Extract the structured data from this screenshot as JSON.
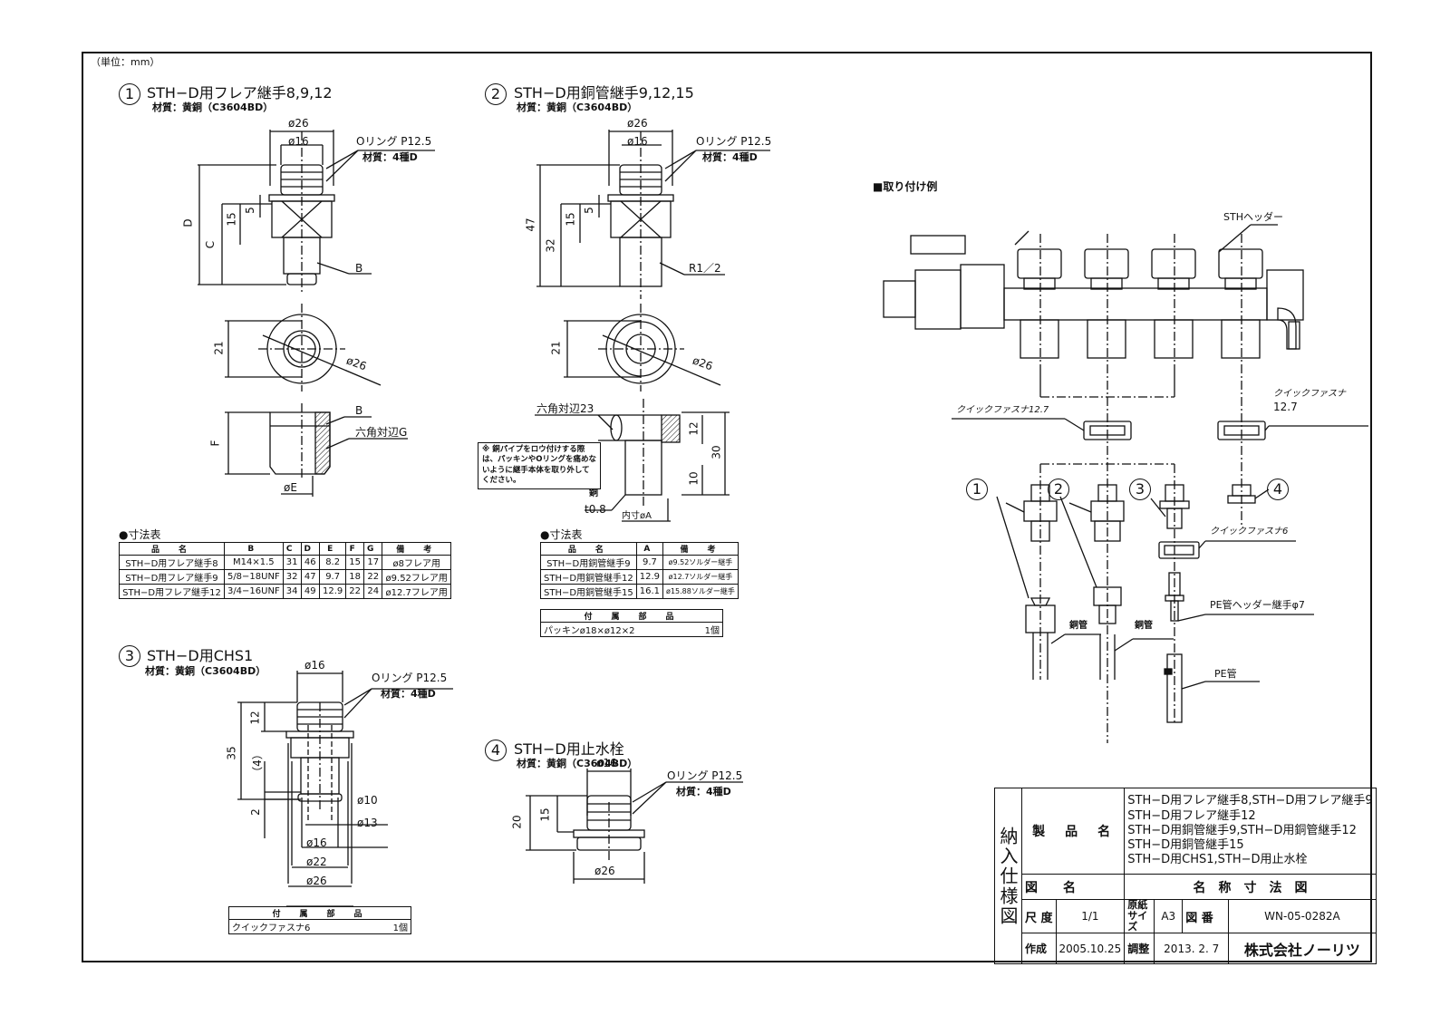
{
  "sheet": {
    "unit_note": "（単位：mm）"
  },
  "parts": [
    {
      "number": "1",
      "title": "STH−D用フレア継手8,9,12",
      "material": "材質：黄銅（C3604BD）",
      "oring_label": "Oリング P12.5",
      "oring_material": "材質：4種D",
      "dims": {
        "outer_dia": "ø26",
        "inner_dia": "ø16",
        "h1": "D",
        "h2": "C",
        "h3": "15",
        "h4": "5",
        "thread": "B",
        "face_height": "21",
        "face_dia": "ø26",
        "nut_height": "F",
        "nut_thread": "B",
        "nut_hex": "六角対辺G",
        "nut_bore": "øE"
      }
    },
    {
      "number": "2",
      "title": "STH−D用銅管継手9,12,15",
      "material": "材質：黄銅（C3604BD）",
      "oring_label": "Oリング P12.5",
      "oring_material": "材質：4種D",
      "dims": {
        "outer_dia": "ø26",
        "inner_dia": "ø16",
        "h1": "47",
        "h2": "32",
        "h3": "15",
        "h4": "5",
        "thread": "R1／2",
        "face_height": "21",
        "face_dia": "ø26",
        "hex_label": "六角対辺23",
        "h_12": "12",
        "h_10": "10",
        "h_30": "30",
        "copper": "銅",
        "thickness": "t0.8",
        "inner_bore": "内寸øA"
      },
      "note": "※ 銅パイプをロウ付けする際は、パッキンやOリングを痛めないように継手本体を取り外してください。"
    },
    {
      "number": "3",
      "title": "STH−D用CHS1",
      "material": "材質：黄銅（C3604BD）",
      "oring_label": "Oリング P12.5",
      "oring_material": "材質：4種D",
      "dims": {
        "top_dia": "ø16",
        "h_total": "35",
        "h_top": "12",
        "h_mid": "（4）",
        "h_bot": "2",
        "d10": "ø10",
        "d13": "ø13",
        "d16": "ø16",
        "d22": "ø22",
        "d26": "ø26"
      }
    },
    {
      "number": "4",
      "title": "STH−D用止水栓",
      "material": "材質：黄銅（C3604BD）",
      "oring_label": "Oリング P12.5",
      "oring_material": "材質：4種D",
      "dims": {
        "top_dia": "ø16",
        "h_total": "20",
        "h_top": "15",
        "bottom_dia": "ø26"
      }
    }
  ],
  "table1": {
    "title": "●寸法表",
    "headers": [
      "品　名",
      "B",
      "C",
      "D",
      "E",
      "F",
      "G",
      "備　考"
    ],
    "rows": [
      [
        "STH−D用フレア継手8",
        "M14×1.5",
        "31",
        "46",
        "8.2",
        "15",
        "17",
        "ø8フレア用"
      ],
      [
        "STH−D用フレア継手9",
        "5/8−18UNF",
        "32",
        "47",
        "9.7",
        "18",
        "22",
        "ø9.52フレア用"
      ],
      [
        "STH−D用フレア継手12",
        "3/4−16UNF",
        "34",
        "49",
        "12.9",
        "22",
        "24",
        "ø12.7フレア用"
      ]
    ]
  },
  "table2": {
    "title": "●寸法表",
    "headers": [
      "品　名",
      "A",
      "備　考"
    ],
    "rows": [
      [
        "STH−D用銅管継手9",
        "9.7",
        "ø9.52ソルダー継手"
      ],
      [
        "STH−D用銅管継手12",
        "12.9",
        "ø12.7ソルダー継手"
      ],
      [
        "STH−D用銅管継手15",
        "16.1",
        "ø15.88ソルダー継手"
      ]
    ]
  },
  "accessory2": {
    "header": "付　属　部　品",
    "item": "パッキンø18×ø12×2",
    "qty": "1個"
  },
  "accessory3": {
    "header": "付　属　部　品",
    "item": "クイックファスナ6",
    "qty": "1個"
  },
  "install": {
    "title": "■取り付け例",
    "header_label": "STHヘッダー",
    "qf127_left": "クイックファスナ12.7",
    "qf127_right_1": "クイックファスナ",
    "qf127_right_2": "12.7",
    "qf6": "クイックファスナ6",
    "pe_joint": "PE管ヘッダー継手φ7",
    "copper_pipe_1": "銅管",
    "copper_pipe_2": "銅管",
    "pe_pipe": "PE管",
    "callouts": [
      "1",
      "2",
      "3",
      "4"
    ]
  },
  "title_block": {
    "side_label": "納入仕様図",
    "product_label": "製　品　名",
    "product_lines": [
      "STH−D用フレア継手8,STH−D用フレア継手9",
      "STH−D用フレア継手12",
      "STH−D用銅管継手9,STH−D用銅管継手12",
      "STH−D用銅管継手15",
      "STH−D用CHS1,STH−D用止水栓"
    ],
    "drawing_name_label": "図　　名",
    "drawing_name": "名　称　寸　法　図",
    "scale_label": "尺 度",
    "scale": "1/1",
    "paper_label": "原紙サイズ",
    "paper": "A3",
    "drawing_no_label": "図 番",
    "drawing_no": "WN-05-0282A",
    "created_label": "作成",
    "created": "2005.10.25",
    "revised_label": "調整",
    "revised": "2013. 2. 7",
    "company": "株式会社ノーリツ"
  }
}
